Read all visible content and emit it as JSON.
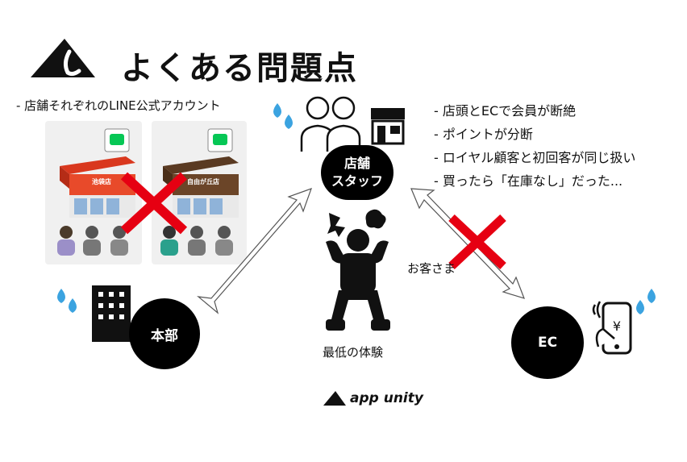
{
  "header": {
    "title": "よくある問題点"
  },
  "left_panel": {
    "caption": "- 店舗それぞれのLINE公式アカウント",
    "stores": [
      {
        "sign": "池袋店"
      },
      {
        "sign": "自由が丘店"
      }
    ]
  },
  "issues": [
    "- 店頭とECで会員が断絶",
    "- ポイントが分断",
    "- ロイヤル顧客と初回客が同じ扱い",
    "- 買ったら「在庫なし」だった..."
  ],
  "nodes": {
    "staff": "店舗\nスタッフ",
    "hq": "本部",
    "ec": "EC"
  },
  "customer": {
    "label": "お客さま",
    "caption": "最低の体験"
  },
  "footer": {
    "brand": "app unity"
  },
  "colors": {
    "cross": "#e60012",
    "sweat": "#3ba3e0",
    "line": "#06c755"
  }
}
